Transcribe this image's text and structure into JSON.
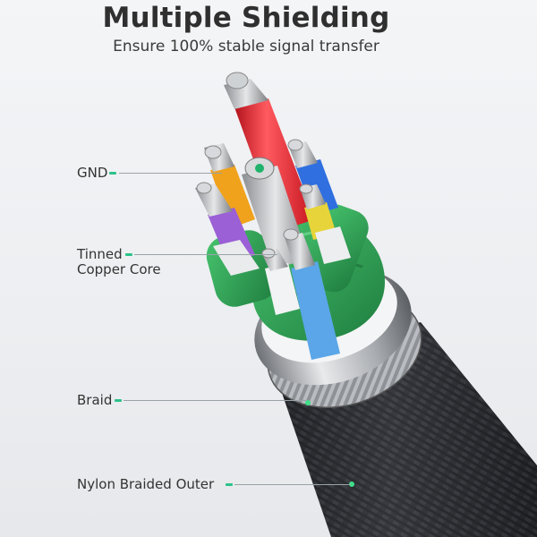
{
  "header": {
    "title": "Multiple Shielding",
    "subtitle": "Ensure 100% stable signal transfer"
  },
  "labels": {
    "gnd": "GND",
    "tinned_line1": "Tinned",
    "tinned_line2": "Copper Core",
    "braid": "Braid",
    "nylon": "Nylon Braided Outer"
  },
  "colors": {
    "accent": "#2cc28a",
    "wire_red": "#e0222b",
    "wire_orange": "#f0a21c",
    "wire_purple": "#9b5fd6",
    "wire_blue": "#2f6fe0",
    "wire_yellow": "#e6d43a",
    "wire_light_blue": "#5aa6e8",
    "inner_shield": "#2ea85a",
    "braid_outer": "#2a2c30"
  }
}
